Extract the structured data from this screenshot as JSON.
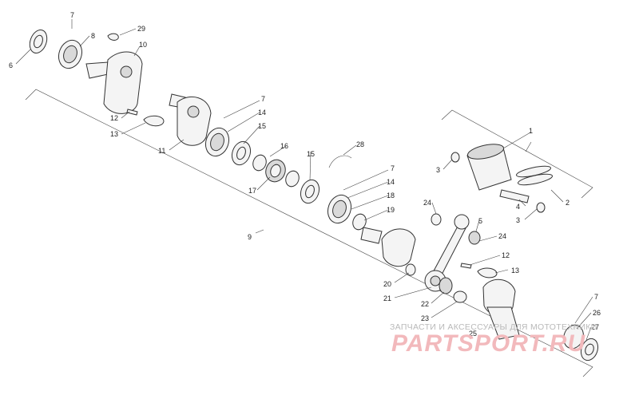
{
  "labels": {
    "l1": "1",
    "l2": "2",
    "l3a": "3",
    "l3b": "3",
    "l4": "4",
    "l5": "5",
    "l6": "6",
    "l7a": "7",
    "l7b": "7",
    "l7c": "7",
    "l7d": "7",
    "l8": "8",
    "l9": "9",
    "l10": "10",
    "l11": "11",
    "l12a": "12",
    "l12b": "12",
    "l13a": "13",
    "l13b": "13",
    "l14a": "14",
    "l14b": "14",
    "l15a": "15",
    "l15b": "15",
    "l16": "16",
    "l17": "17",
    "l18": "18",
    "l19": "19",
    "l20": "20",
    "l21": "21",
    "l22": "22",
    "l23": "23",
    "l24a": "24",
    "l24b": "24",
    "l25": "25",
    "l26": "26",
    "l27": "27",
    "l28": "28",
    "l29": "29"
  },
  "watermark": {
    "caption": "ЗАПЧАСТИ И АКСЕССУАРЫ ДЛЯ МОТОТЕХНИКИ",
    "logo": "PARTSPORT.RU"
  },
  "colors": {
    "line": "#333333",
    "watermark_logo": "#f2b9bc",
    "watermark_text": "#b9b9b9"
  }
}
